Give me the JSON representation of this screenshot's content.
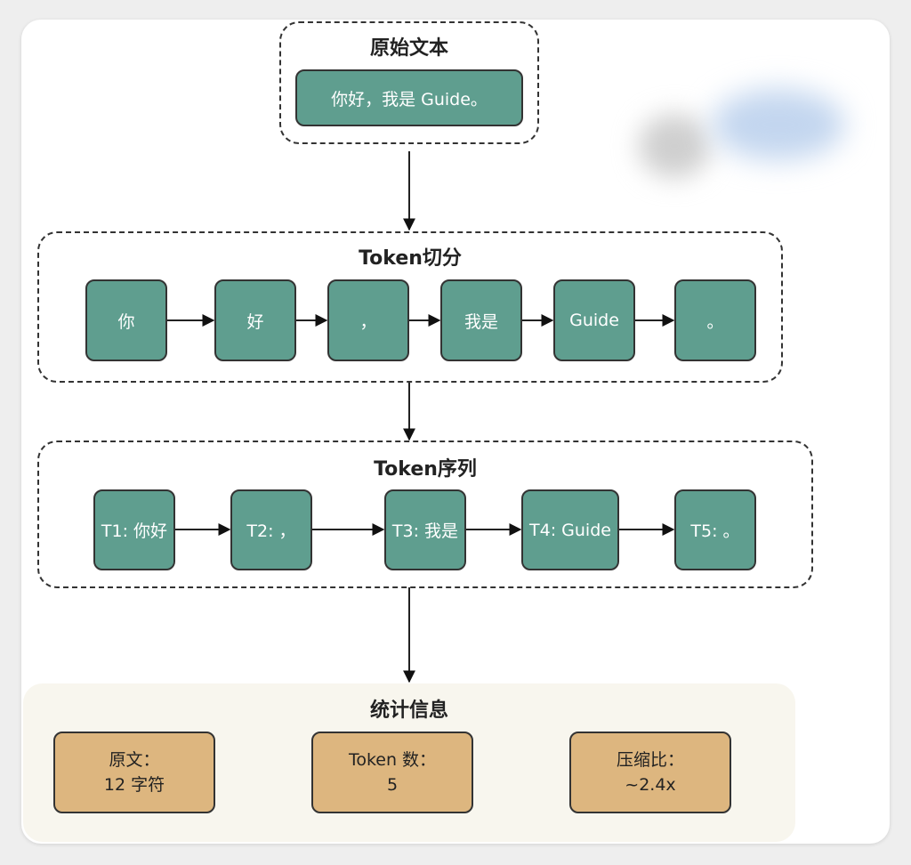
{
  "original": {
    "title": "原始文本",
    "text": "你好，我是 Guide。"
  },
  "tokenize": {
    "title": "Token切分",
    "tokens": [
      "你",
      "好",
      "，",
      "我是",
      "Guide",
      "。"
    ]
  },
  "sequence": {
    "title": "Token序列",
    "items": [
      "T1: 你好",
      "T2: ，",
      "T3: 我是",
      "T4: Guide",
      "T5: 。"
    ]
  },
  "stats": {
    "title": "统计信息",
    "items": [
      {
        "label": "原文：",
        "value": "12 字符"
      },
      {
        "label": "Token 数：",
        "value": "5"
      },
      {
        "label": "压缩比：",
        "value": "~2.4x"
      }
    ]
  },
  "colors": {
    "token_fill": "#5f9e8f",
    "stat_fill": "#ddb67f",
    "stats_panel": "#f8f6ee",
    "stroke": "#333333"
  }
}
